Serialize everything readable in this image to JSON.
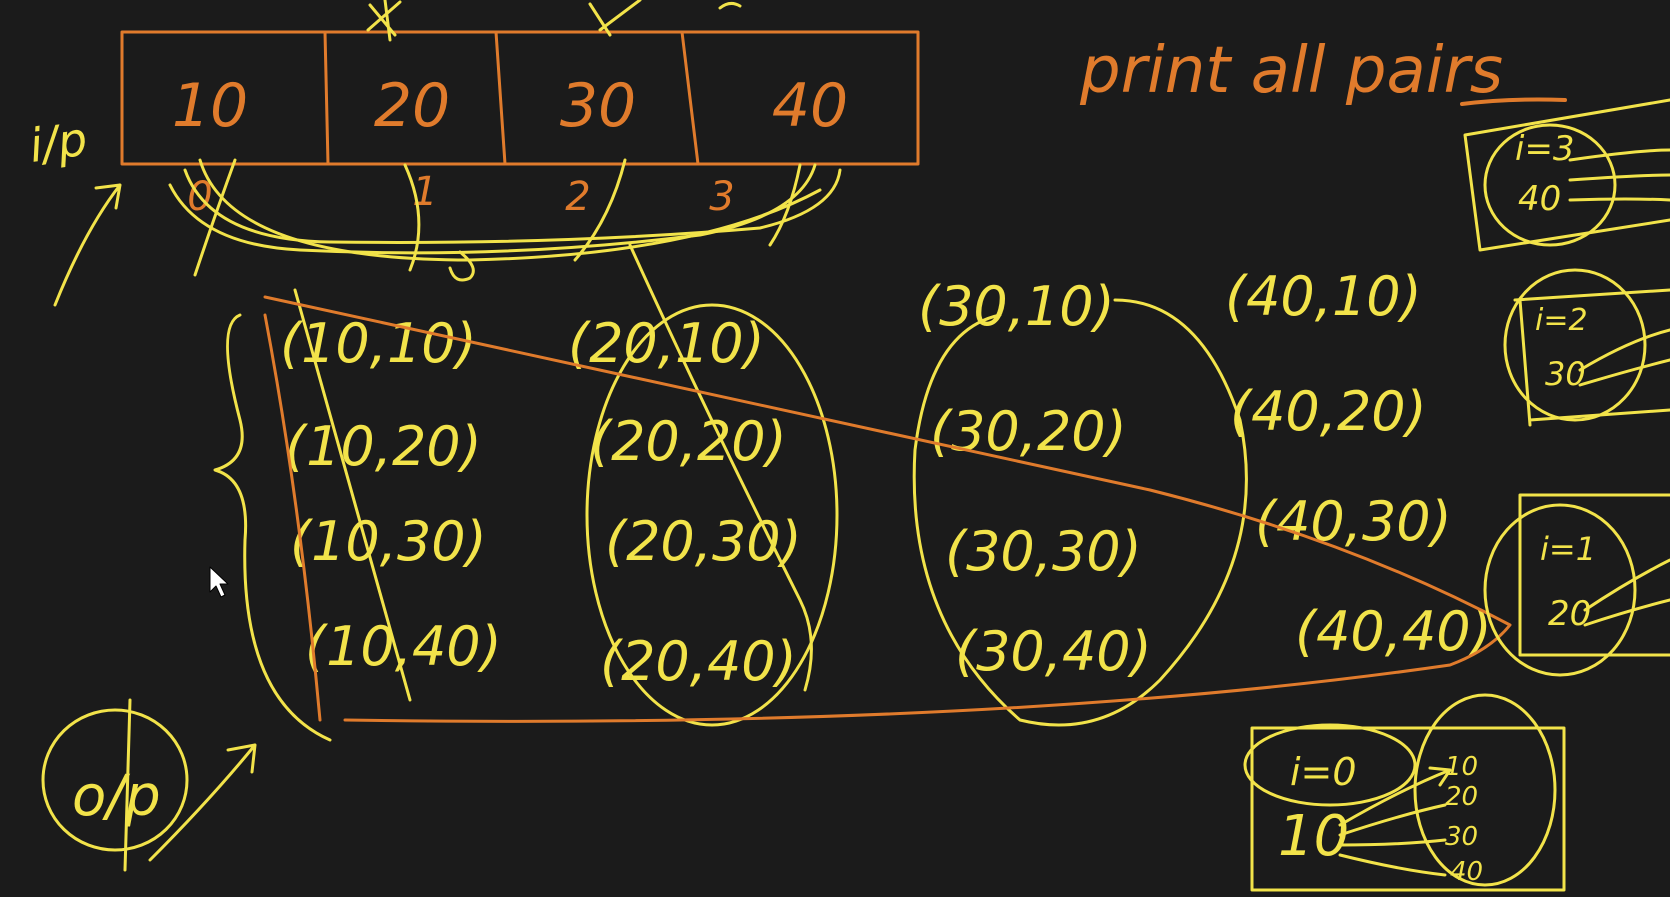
{
  "title": "print all pairs",
  "colors": {
    "background": "#1b1b1b",
    "orange": "#e07b2c",
    "yellow": "#f2e34a",
    "cursor": "#ffffff"
  },
  "input_label": "i/p",
  "output_label": "o/p",
  "array": {
    "values": [
      "10",
      "20",
      "30",
      "40"
    ],
    "indices": [
      "0",
      "1",
      "2",
      "3"
    ]
  },
  "pairs": [
    [
      "(10,10)",
      "(10,20)",
      "(10,30)",
      "(10,40)"
    ],
    [
      "(20,10)",
      "(20,20)",
      "(20,30)",
      "(20,40)"
    ],
    [
      "(30,10)",
      "(30,20)",
      "(30,30)",
      "(30,40)"
    ],
    [
      "(40,10)",
      "(40,20)",
      "(40,30)",
      "(40,40)"
    ]
  ],
  "sketches": {
    "i0": {
      "label": "i=0",
      "value": "10",
      "targets": [
        "10",
        "20",
        "30",
        "40"
      ]
    },
    "i1": {
      "label": "i=1",
      "value": "20"
    },
    "i2": {
      "label": "i=2",
      "value": "30"
    },
    "i3": {
      "label": "i=3",
      "value": "40"
    }
  }
}
